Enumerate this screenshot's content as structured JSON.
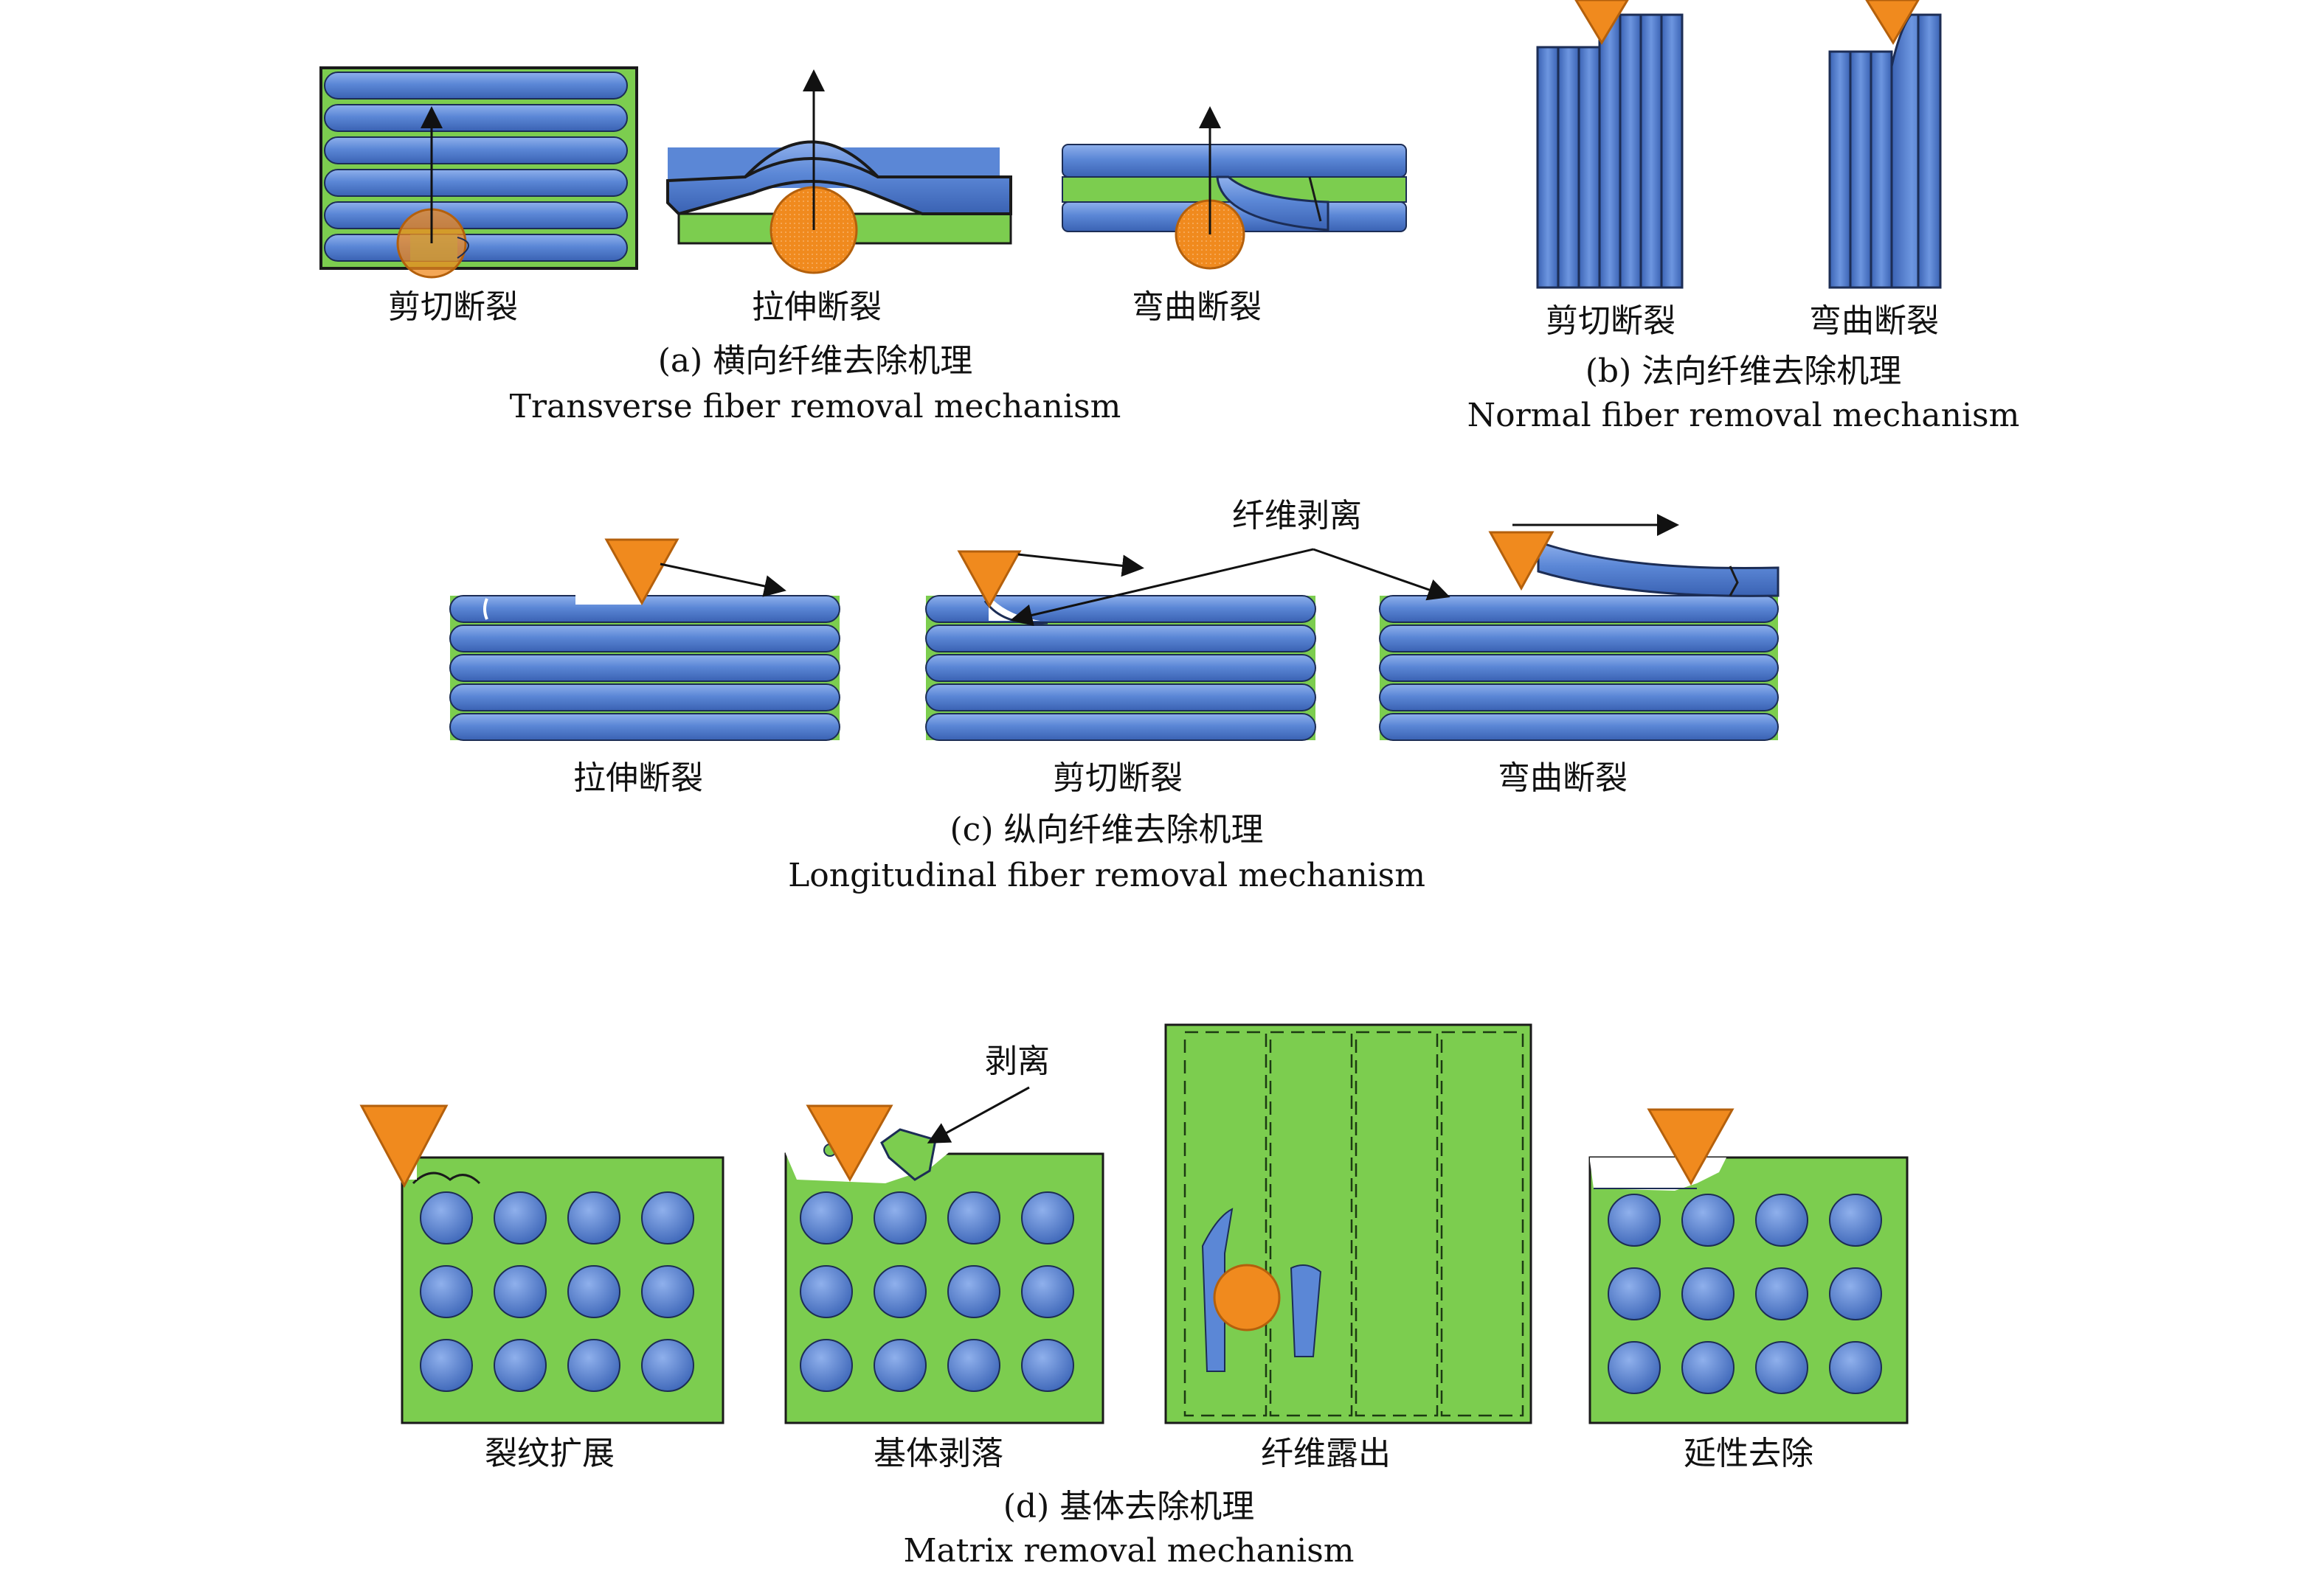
{
  "colors": {
    "fiber": "#5b87d6",
    "fiber_dark": "#27488f",
    "matrix": "#7ccd4f",
    "matrix_dark": "#2e6b1c",
    "tool": "#f08a1e",
    "tool_dark": "#b4600c",
    "outline": "#1c2d55"
  },
  "panel_a": {
    "labels": [
      "剪切断裂",
      "拉伸断裂",
      "弯曲断裂"
    ],
    "caption_cn": "(a) 横向纤维去除机理",
    "caption_en": "Transverse fiber removal mechanism"
  },
  "panel_b": {
    "labels": [
      "剪切断裂",
      "弯曲断裂"
    ],
    "caption_cn": "(b) 法向纤维去除机理",
    "caption_en": "Normal fiber removal mechanism"
  },
  "panel_c": {
    "labels": [
      "拉伸断裂",
      "剪切断裂",
      "弯曲断裂"
    ],
    "annotation": "纤维剥离",
    "caption_cn": "(c) 纵向纤维去除机理",
    "caption_en": "Longitudinal fiber removal mechanism"
  },
  "panel_d": {
    "labels": [
      "裂纹扩展",
      "基体剥落",
      "纤维露出",
      "延性去除"
    ],
    "annotation": "剥离",
    "caption_cn": "(d) 基体去除机理",
    "caption_en": "Matrix removal mechanism"
  }
}
